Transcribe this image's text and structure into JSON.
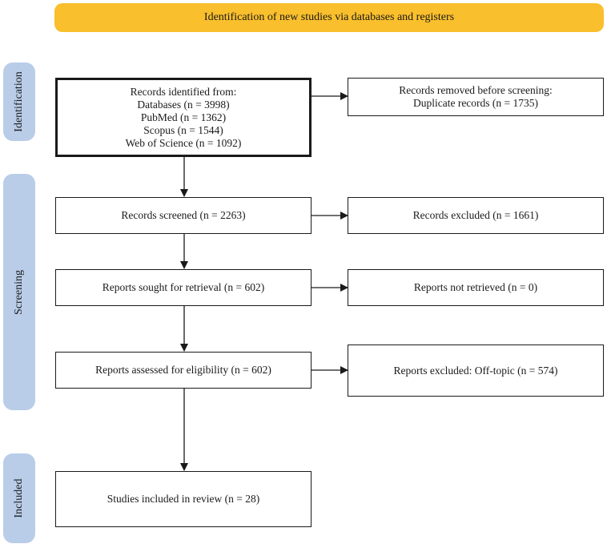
{
  "header": {
    "title": "Identification of new studies via databases and registers"
  },
  "stages": {
    "identification": "Identification",
    "screening": "Screening",
    "included": "Included"
  },
  "identified": {
    "title": "Records identified from:",
    "lines": [
      "Databases (n = 3998)",
      "PubMed (n = 1362)",
      "Scopus (n = 1544)",
      "Web of Science (n = 1092)"
    ]
  },
  "removed": {
    "title": "Records removed before screening:",
    "line": "Duplicate records (n = 1735)"
  },
  "screened": "Records screened (n = 2263)",
  "excluded": "Records excluded (n = 1661)",
  "sought": "Reports sought for retrieval (n = 602)",
  "not_retrieved": "Reports not retrieved (n = 0)",
  "assessed": "Reports assessed for eligibility (n = 602)",
  "excluded_offtopic": "Reports excluded: Off-topic (n = 574)",
  "included": "Studies included in review (n = 28)"
}
